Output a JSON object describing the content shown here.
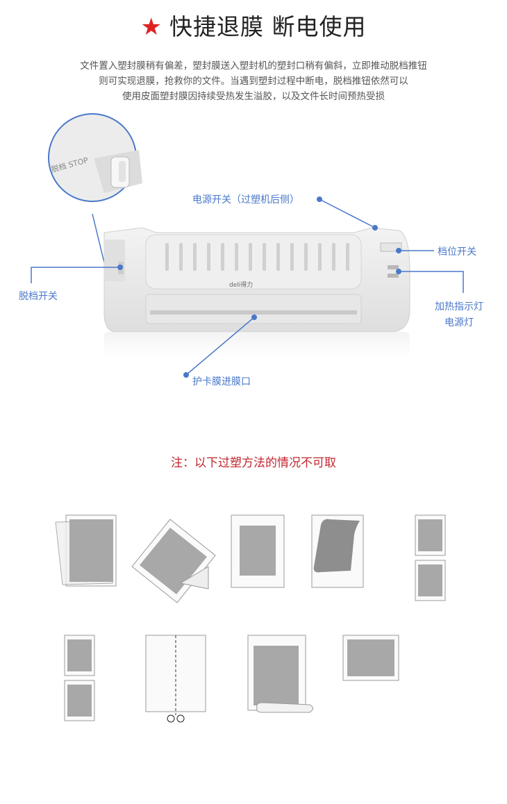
{
  "header": {
    "star_icon": "star-icon",
    "title": "快捷退膜 断电使用",
    "accent_color": "#d22222"
  },
  "description": {
    "lines": [
      "文件置入塑封膜稍有偏差，塑封膜送入塑封机的塑封口稍有偏斜，立即推动脱档推钮",
      "则可实现退膜，抢救你的文件。当遇到塑封过程中断电，脱档推钮依然可以",
      "使用皮面塑封膜因持续受热发生溢胶，以及文件长时间预热受损"
    ]
  },
  "product": {
    "inset_label": "脱档 STOP",
    "brand": "deli得力",
    "callouts": {
      "power_switch": "电源开关（过塑机后侧）",
      "gear_switch": "档位开关",
      "release_switch": "脱档开关",
      "indicator_line1": "加热指示灯",
      "indicator_line2": "电源灯",
      "card_slot": "护卡膜进膜口"
    },
    "callout_color": "#4a78c9"
  },
  "note": {
    "text": "注：以下过塑方法的情况不可取",
    "color": "#c1272d"
  },
  "diagrams": {
    "count": 9,
    "items": [
      "misaligned-document",
      "tilted-document",
      "centered-document",
      "curled-document",
      "stacked-split-document",
      "stacked-small-document",
      "cut-film",
      "rolled-bottom-document",
      "small-landscape-document"
    ]
  }
}
